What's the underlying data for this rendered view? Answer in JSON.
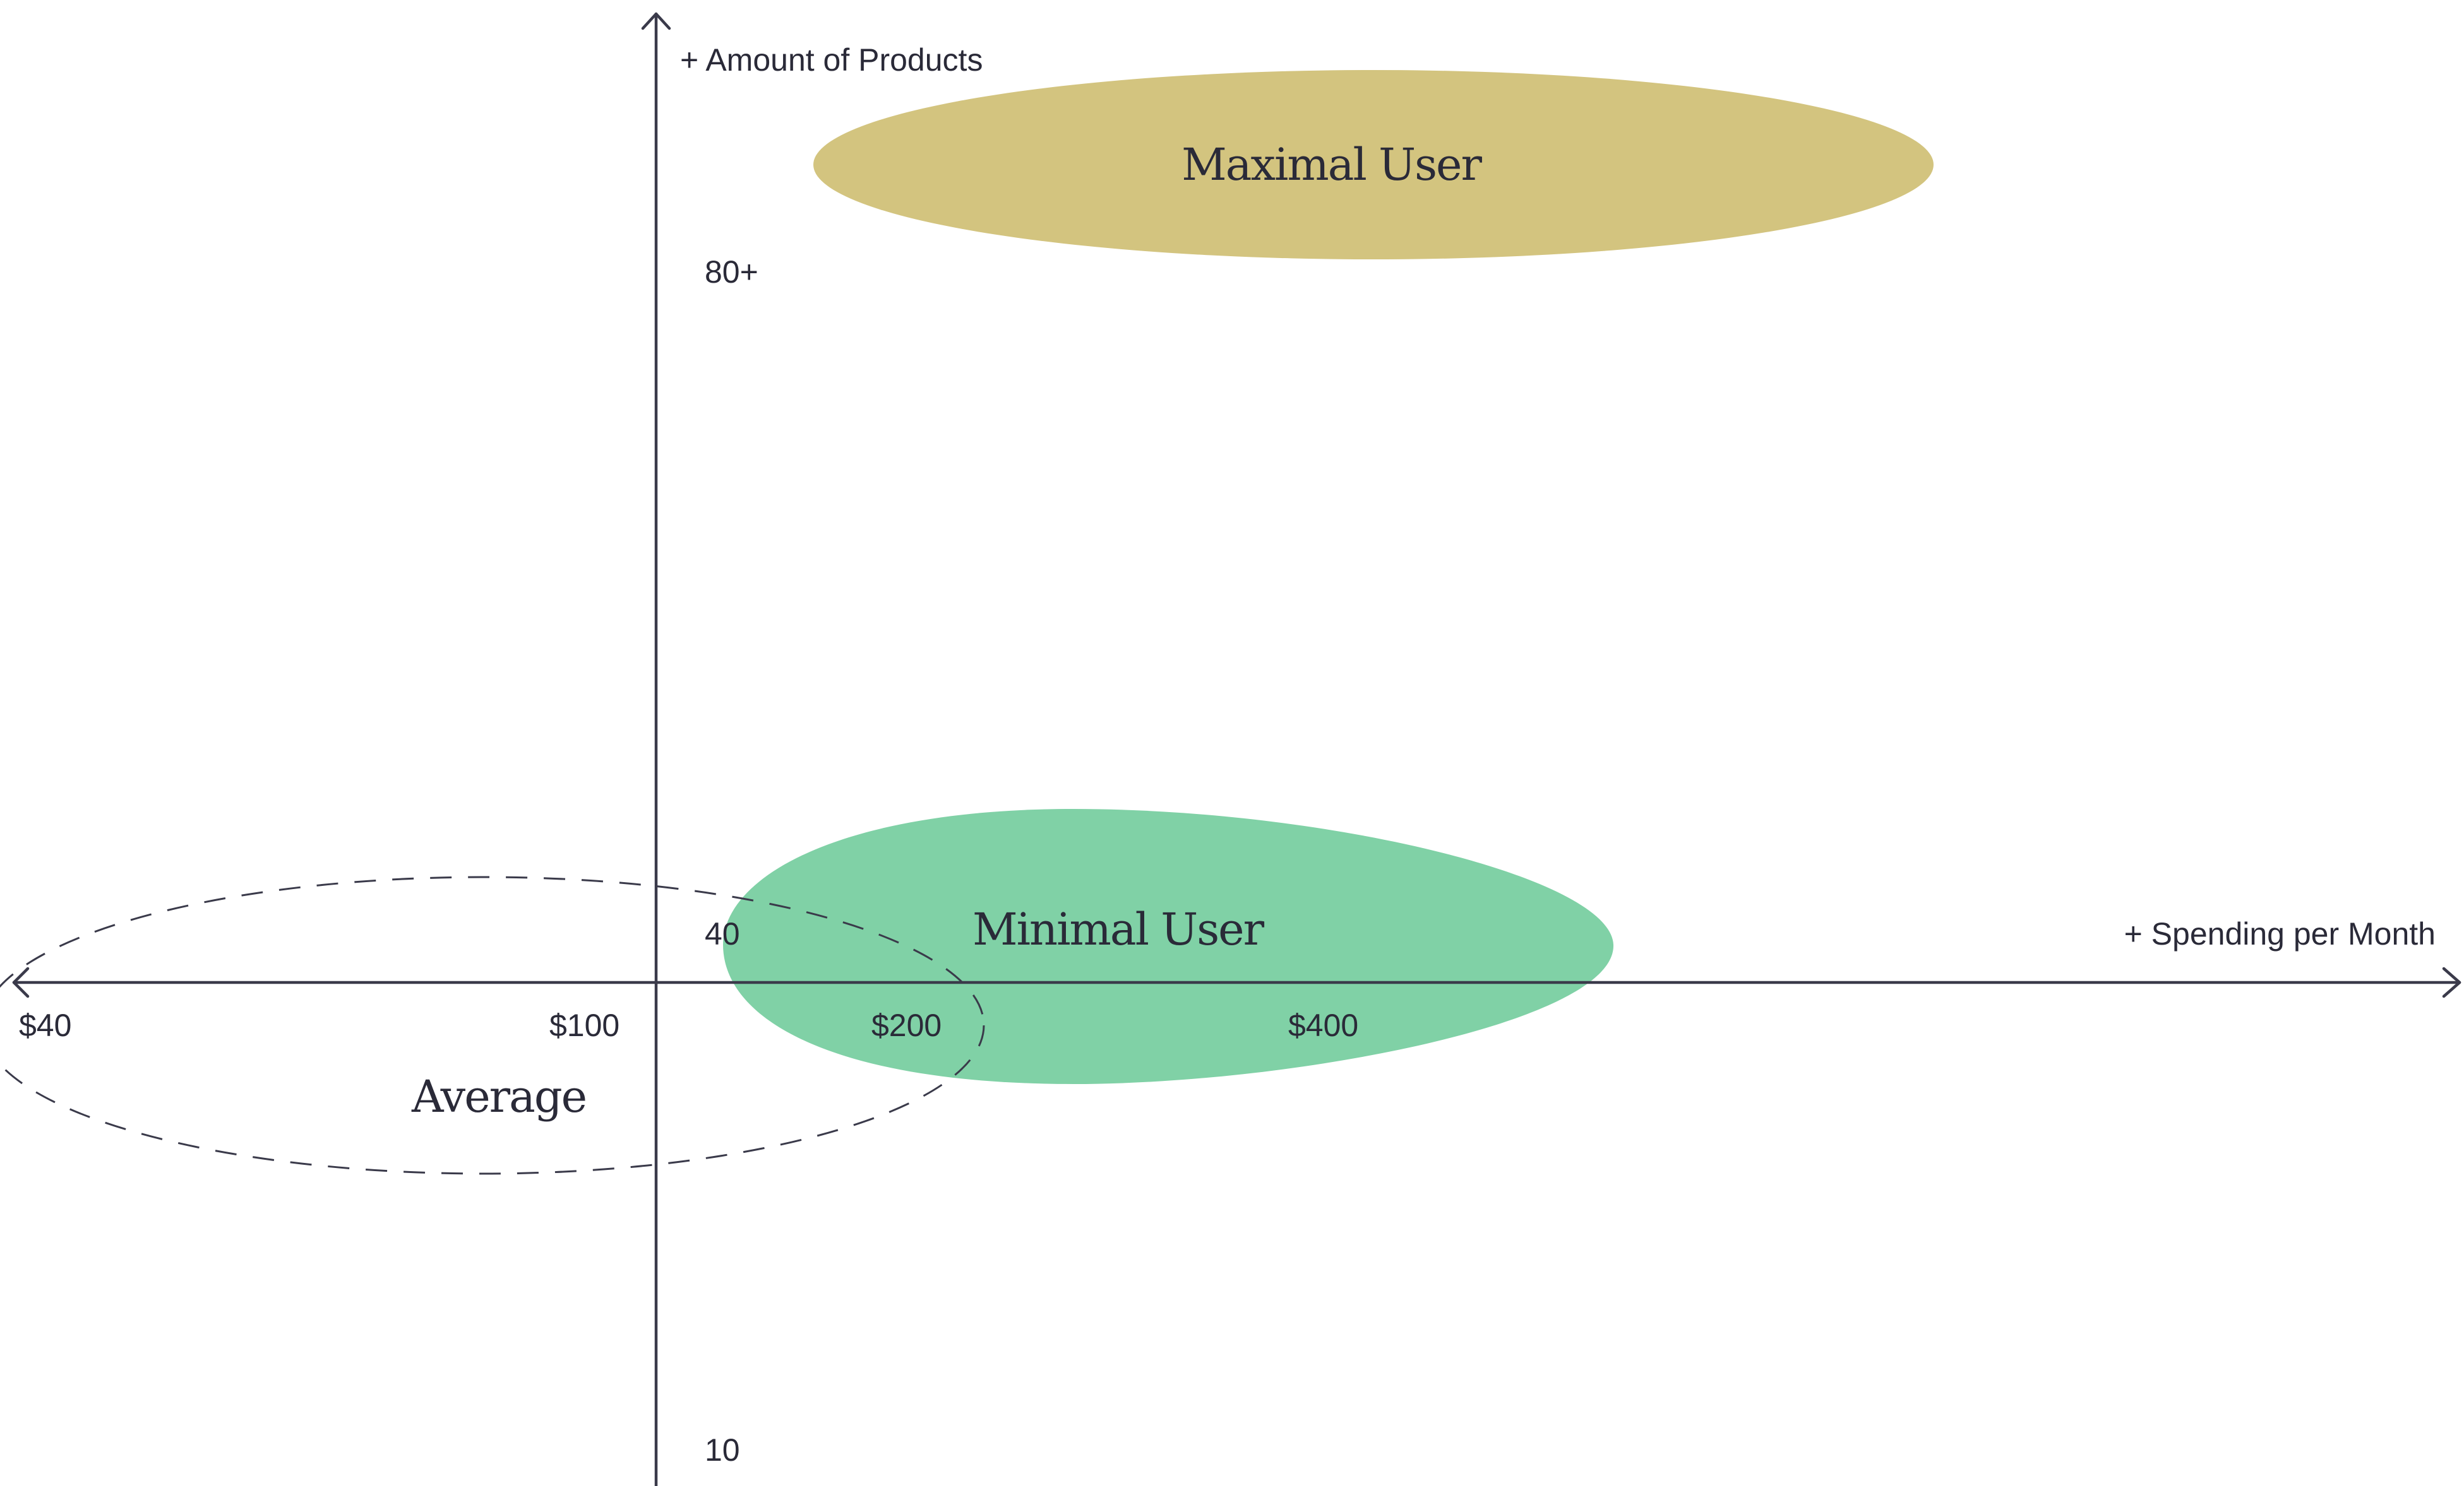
{
  "axes": {
    "x_label": "+ Spending per Month",
    "y_label": "+ Amount of Products",
    "x_ticks": [
      "$40",
      "$100",
      "$200",
      "$400"
    ],
    "y_ticks": [
      "80+",
      "40",
      "10"
    ]
  },
  "zones": [
    {
      "name": "maximal-user",
      "label": "Maximal User",
      "color": "#d3c47f",
      "style": "filled"
    },
    {
      "name": "minimal-user",
      "label": "Minimal User",
      "color": "#80d1a6",
      "style": "filled"
    },
    {
      "name": "average",
      "label": "Average",
      "color": "#3a3a4a",
      "style": "dashed-outline"
    }
  ]
}
